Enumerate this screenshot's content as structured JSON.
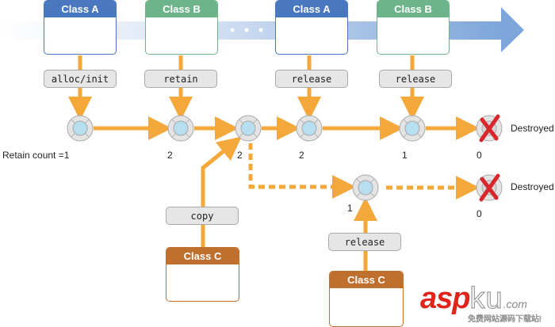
{
  "diagram": {
    "timeline": {
      "label": "time-arrow",
      "dots": "• • •"
    },
    "top_classes": [
      {
        "name": "Class A",
        "kind": "a"
      },
      {
        "name": "Class B",
        "kind": "b"
      },
      {
        "name": "Class A",
        "kind": "a"
      },
      {
        "name": "Class B",
        "kind": "b"
      }
    ],
    "top_messages": [
      "alloc/init",
      "retain",
      "release",
      "release"
    ],
    "main_row_counts": [
      "Retain count =1",
      "2",
      "2",
      "2",
      "1",
      "0"
    ],
    "branch_row_counts": [
      "1",
      "0"
    ],
    "destroyed_labels": [
      "Destroyed",
      "Destroyed"
    ],
    "bottom_classes": [
      {
        "name": "Class C",
        "kind": "c"
      },
      {
        "name": "Class C",
        "kind": "c"
      }
    ],
    "bottom_messages": [
      "copy",
      "release"
    ],
    "colors": {
      "class_a": "#4a78c0",
      "class_b": "#6db48a",
      "class_c": "#c0702e",
      "arrow": "#f5a83a",
      "timeline": "#8fb0dc",
      "destroyed_x": "#d9262b",
      "object_fill": "#b8dff0"
    }
  },
  "watermark": {
    "brand_red": "asp",
    "brand_outline": "ku",
    "suffix": ".com",
    "tagline": "免费网站源码下载站!"
  }
}
